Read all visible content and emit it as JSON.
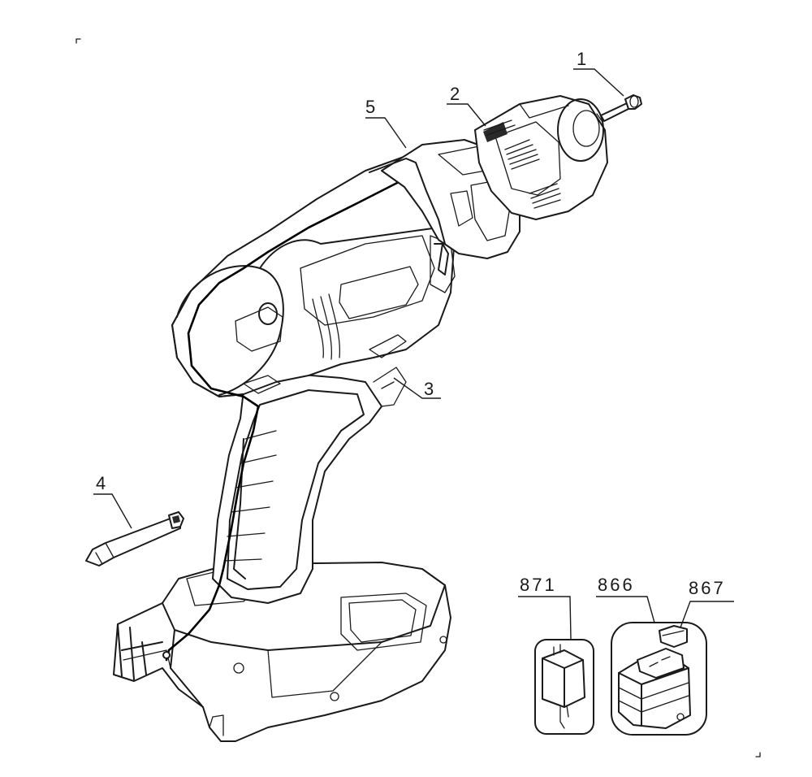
{
  "diagram": {
    "callouts": [
      {
        "id": "c1",
        "label": "1"
      },
      {
        "id": "c2",
        "label": "2"
      },
      {
        "id": "c3",
        "label": "3"
      },
      {
        "id": "c4",
        "label": "4"
      },
      {
        "id": "c5",
        "label": "5"
      },
      {
        "id": "c871",
        "label": "871"
      },
      {
        "id": "c866",
        "label": "866"
      },
      {
        "id": "c867",
        "label": "867"
      }
    ]
  },
  "colors": {
    "line": "#1a1a1a",
    "background": "#ffffff"
  }
}
